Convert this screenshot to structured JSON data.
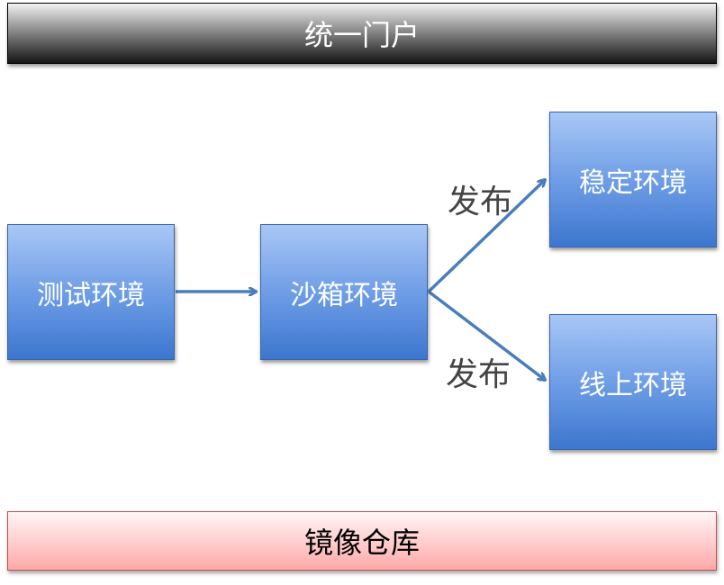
{
  "portal": {
    "label": "统一门户"
  },
  "registry": {
    "label": "镜像仓库"
  },
  "nodes": {
    "test": "测试环境",
    "sandbox": "沙箱环境",
    "stable": "稳定环境",
    "online": "线上环境"
  },
  "edges": {
    "publish_upper": "发布",
    "publish_lower": "发布"
  },
  "colors": {
    "arrow": "#4a7ebb",
    "node_fill": "#6f9ee6",
    "node_border": "#3a64a8",
    "portal_dark": "#151515",
    "registry_fill": "#ffc7c7"
  }
}
